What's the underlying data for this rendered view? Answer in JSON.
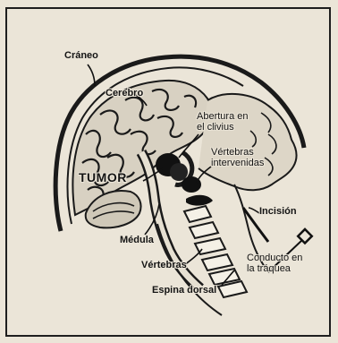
{
  "figure": {
    "labels": {
      "craneo": "Cráneo",
      "cerebro": "Cerebro",
      "abertura_line1": "Abertura en",
      "abertura_line2": "el clivius",
      "vertebras_int_line1": "Vértebras",
      "vertebras_int_line2": "intervenidas",
      "tumor": "TUMOR",
      "incision": "Incisión",
      "medula": "Médula",
      "conducto_line1": "Conducto en",
      "conducto_line2": "la tráquea",
      "vertebras": "Vértebras",
      "espina_dorsal": "Espina dorsal"
    }
  }
}
